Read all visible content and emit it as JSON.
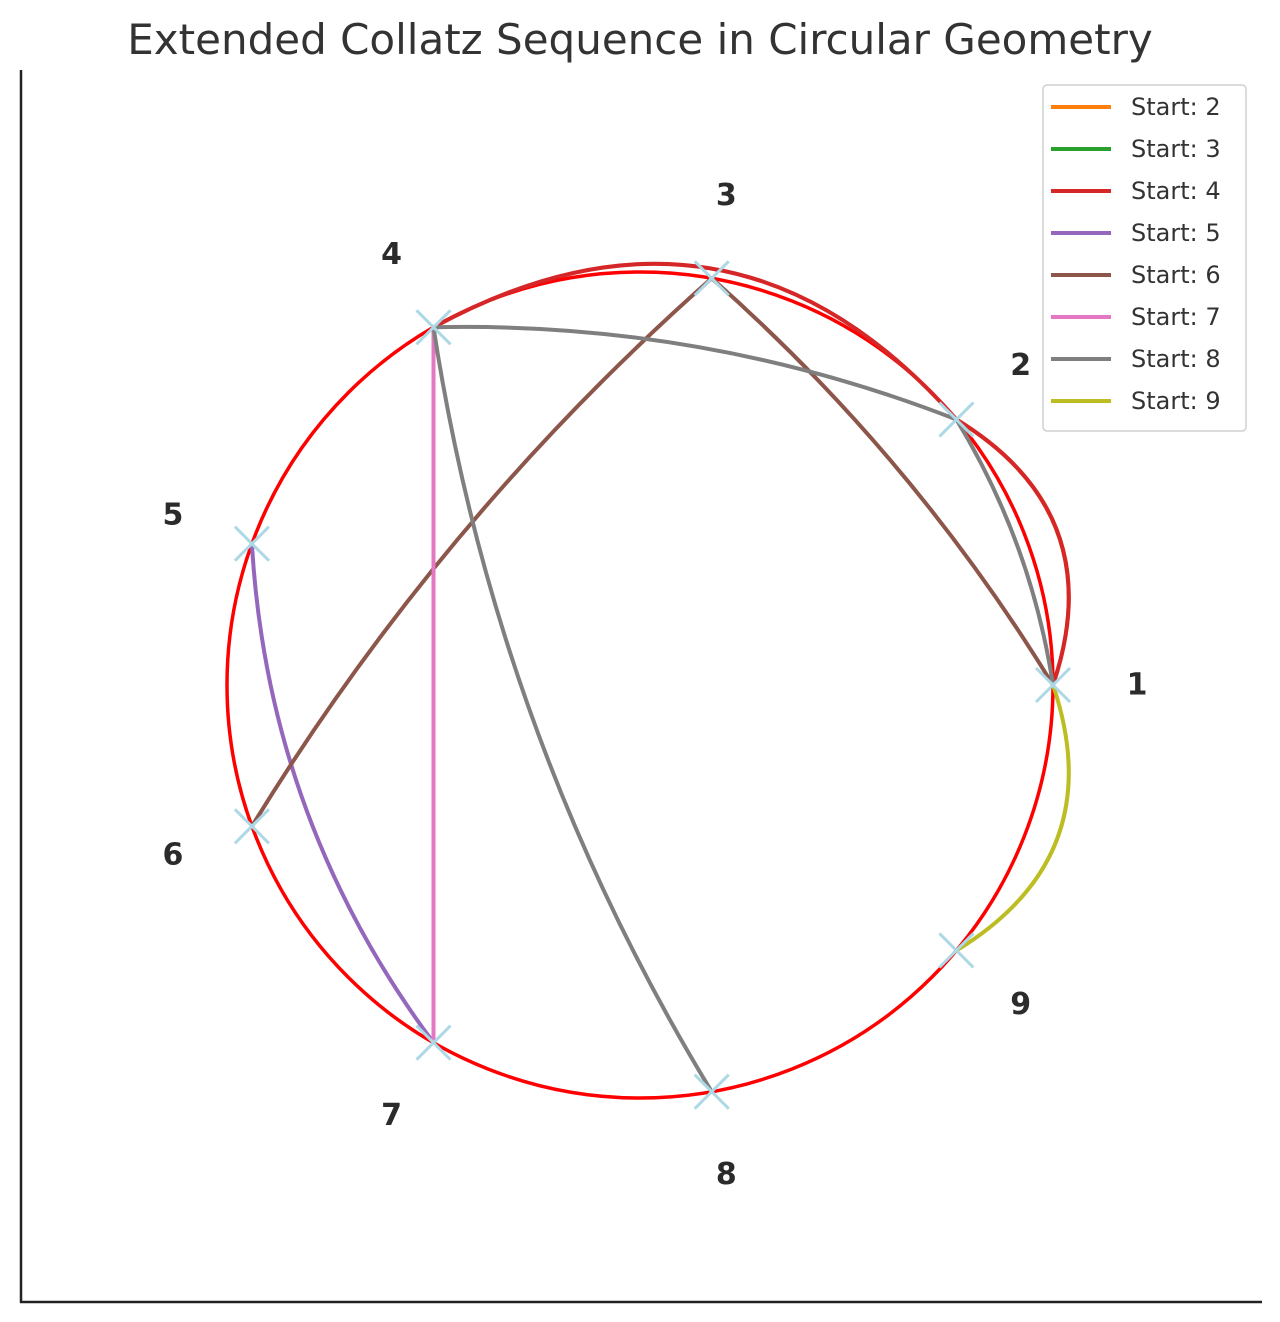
{
  "chart_data": {
    "type": "diagram",
    "title": "Extended Collatz Sequence in Circular Geometry",
    "circle_color": "#ff0000",
    "marker_color": "#add8e6",
    "marker": "x",
    "nodes": [
      {
        "label": "1",
        "angle_deg": 0
      },
      {
        "label": "2",
        "angle_deg": 40
      },
      {
        "label": "3",
        "angle_deg": 80
      },
      {
        "label": "4",
        "angle_deg": 120
      },
      {
        "label": "5",
        "angle_deg": 160
      },
      {
        "label": "6",
        "angle_deg": 200
      },
      {
        "label": "7",
        "angle_deg": 240
      },
      {
        "label": "8",
        "angle_deg": 280
      },
      {
        "label": "9",
        "angle_deg": 320
      }
    ],
    "series": [
      {
        "name": "Start: 2",
        "color": "#ff7f0e",
        "path": [
          2,
          1
        ],
        "curvature": 0.8
      },
      {
        "name": "Start: 3",
        "color": "#2ca02c",
        "path": [],
        "curvature": 0
      },
      {
        "name": "Start: 4",
        "color": "#d62728",
        "path": [
          4,
          2,
          1
        ],
        "curvature": 0.8
      },
      {
        "name": "Start: 5",
        "color": "#9467bd",
        "path": [
          5,
          7
        ],
        "curvature": 0.3
      },
      {
        "name": "Start: 6",
        "color": "#8c564b",
        "path": [
          6,
          3,
          1
        ],
        "curvature": 0.15
      },
      {
        "name": "Start: 7",
        "color": "#e377c2",
        "path": [
          7,
          4
        ],
        "curvature": 0
      },
      {
        "name": "Start: 8",
        "color": "#7f7f7f",
        "path": [
          8,
          4,
          2,
          1
        ],
        "curvature": 0.2
      },
      {
        "name": "Start: 9",
        "color": "#bcbd22",
        "path": [
          9,
          1
        ],
        "curvature": 0.8
      }
    ],
    "legend_position": "upper right",
    "grid": false
  }
}
